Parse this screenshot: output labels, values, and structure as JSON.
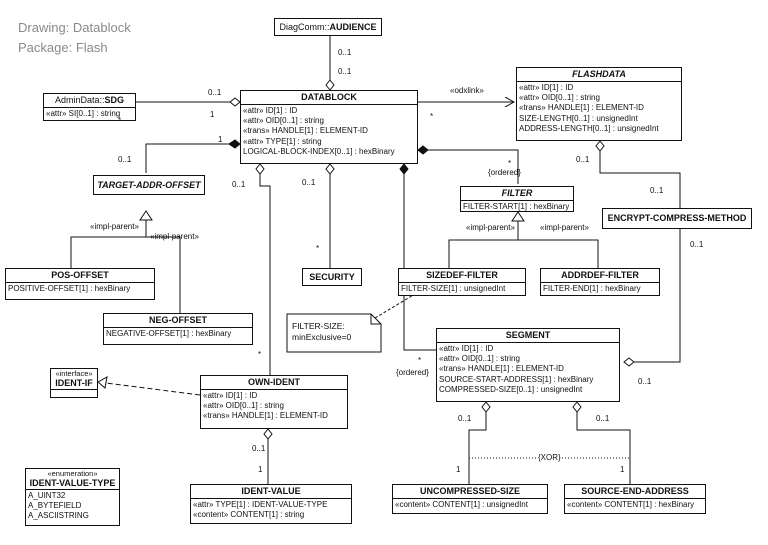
{
  "header": {
    "drawing": "Drawing: Datablock",
    "package": "Package: Flash"
  },
  "classes": {
    "audience": {
      "prefix": "DiagComm::",
      "name": "AUDIENCE"
    },
    "sdg": {
      "prefix": "AdminData::",
      "name": "SDG",
      "attrs": [
        "«attr» SI[0..1] : string"
      ]
    },
    "datablock": {
      "name": "DATABLOCK",
      "attrs": [
        "«attr» ID[1] : ID",
        "«attr» OID[0..1] : string",
        "«trans» HANDLE[1] : ELEMENT-ID",
        "«attr» TYPE[1] : string",
        "LOGICAL-BLOCK-INDEX[0..1] : hexBinary"
      ]
    },
    "flashdata": {
      "name": "FLASHDATA",
      "attrs": [
        "«attr» ID[1] : ID",
        "«attr» OID[0..1] : string",
        "«trans» HANDLE[1] : ELEMENT-ID",
        "SIZE-LENGTH[0..1] : unsignedInt",
        "ADDRESS-LENGTH[0..1] : unsignedInt"
      ]
    },
    "target_addr_offset": {
      "name": "TARGET-ADDR-OFFSET"
    },
    "filter": {
      "name": "FILTER",
      "attrs": [
        "FILTER-START[1] : hexBinary"
      ]
    },
    "encrypt": {
      "name": "ENCRYPT-COMPRESS-METHOD"
    },
    "security": {
      "name": "SECURITY"
    },
    "pos_offset": {
      "name": "POS-OFFSET",
      "attrs": [
        "POSITIVE-OFFSET[1] : hexBinary"
      ]
    },
    "sizedef_filter": {
      "name": "SIZEDEF-FILTER",
      "attrs": [
        "FILTER-SIZE[1] : unsignedInt"
      ]
    },
    "addrdef_filter": {
      "name": "ADDRDEF-FILTER",
      "attrs": [
        "FILTER-END[1] : hexBinary"
      ]
    },
    "neg_offset": {
      "name": "NEG-OFFSET",
      "attrs": [
        "NEGATIVE-OFFSET[1] : hexBinary"
      ]
    },
    "segment": {
      "name": "SEGMENT",
      "attrs": [
        "«attr» ID[1] : ID",
        "«attr» OID[0..1] : string",
        "«trans» HANDLE[1] : ELEMENT-ID",
        "SOURCE-START-ADDRESS[1] : hexBinary",
        "COMPRESSED-SIZE[0..1] : unsignedInt"
      ]
    },
    "ident_if": {
      "stereotype": "«interface»",
      "name": "IDENT-IF"
    },
    "own_ident": {
      "name": "OWN-IDENT",
      "attrs": [
        "«attr» ID[1] : ID",
        "«attr» OID[0..1] : string",
        "«trans» HANDLE[1] : ELEMENT-ID"
      ]
    },
    "ident_value_type": {
      "stereotype": "«enumeration»",
      "name": "IDENT-VALUE-TYPE",
      "attrs": [
        "A_UINT32",
        "A_BYTEFIELD",
        "A_ASCIISTRING"
      ]
    },
    "ident_value": {
      "name": "IDENT-VALUE",
      "attrs": [
        "«attr» TYPE[1] : IDENT-VALUE-TYPE",
        "«content» CONTENT[1] : string"
      ]
    },
    "uncompressed_size": {
      "name": "UNCOMPRESSED-SIZE",
      "attrs": [
        "«content» CONTENT[1] : unsignedInt"
      ]
    },
    "source_end_address": {
      "name": "SOURCE-END-ADDRESS",
      "attrs": [
        "«content» CONTENT[1] : hexBinary"
      ]
    }
  },
  "note": {
    "lines": [
      "FILTER-SIZE:",
      "minExclusive=0"
    ]
  },
  "labels": {
    "m_aud_01": "0..1",
    "m_aud_01b": "0..1",
    "m_sdg_01": "0..1",
    "m_sdg_1": "1",
    "m_sdg_star": "*",
    "odxlink": "«odxlink»",
    "m_odx_star": "*",
    "m_tao_01": "0..1",
    "m_tao_1": "1",
    "m_filter_star": "*",
    "m_filter_ordered": "{ordered}",
    "impl_parent_1": "«impl-parent»",
    "impl_parent_2": "«impl-parent»",
    "impl_parent_3": "«impl-parent»",
    "impl_parent_4": "«impl-parent»",
    "m_flash_01": "0..1",
    "m_ecm_01": "0..1",
    "m_ecm_01b": "0..1",
    "m_own_01": "0..1",
    "m_own_star": "*",
    "m_sec_01": "0..1",
    "m_sec_star": "*",
    "m_seg_star": "*",
    "m_seg_ordered": "{ordered}",
    "m_iv_01": "0..1",
    "m_iv_1": "1",
    "m_unc_01": "0..1",
    "m_unc_1": "1",
    "m_sea_01": "0..1",
    "m_sea_1": "1",
    "xor": "{XOR}"
  }
}
